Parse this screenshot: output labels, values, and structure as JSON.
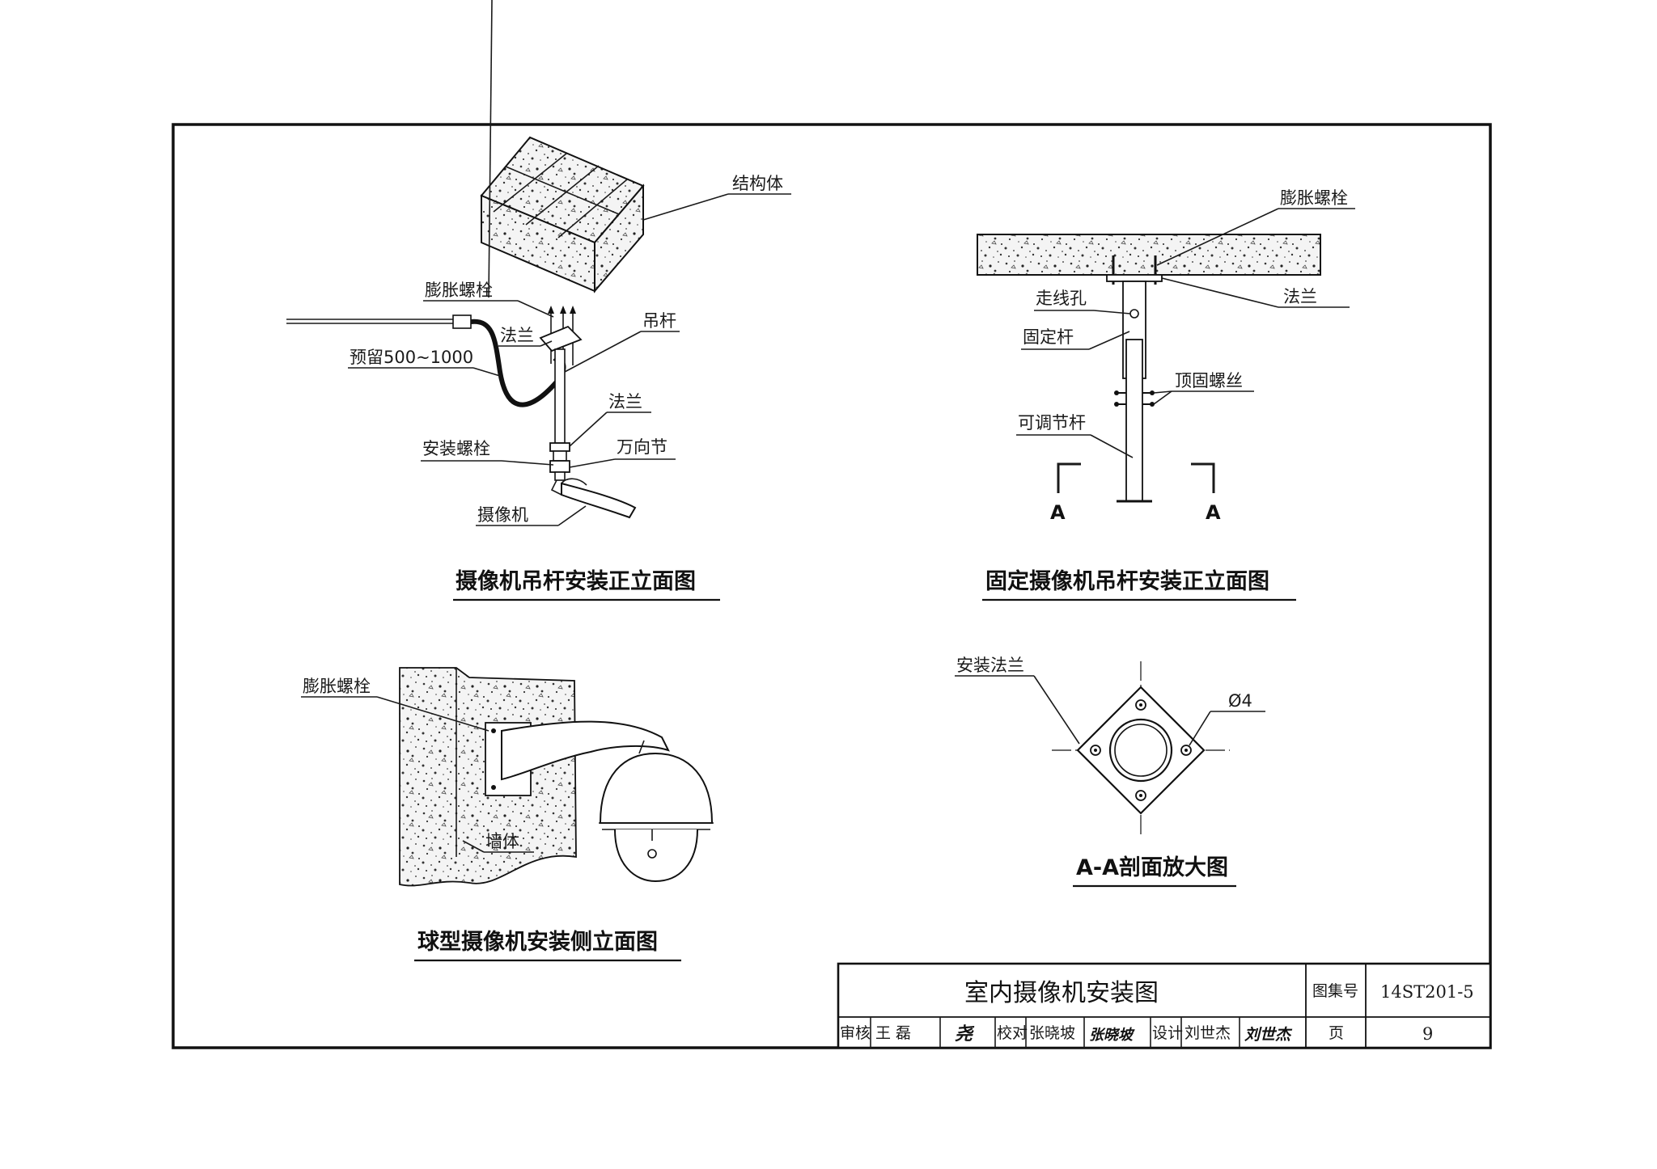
{
  "drawing1": {
    "caption": "摄像机吊杆安装正立面图",
    "labels": {
      "structure": "结构体",
      "expansion_bolt": "膨胀螺栓",
      "flange_top": "法兰",
      "boom": "吊杆",
      "reserve": "预留500~1000",
      "flange_mid": "法兰",
      "mount_bolt": "安装螺栓",
      "universal_joint": "万向节",
      "camera": "摄像机"
    }
  },
  "drawing2": {
    "caption": "固定摄像机吊杆安装正立面图",
    "labels": {
      "expansion_bolt": "膨胀螺栓",
      "cable_hole": "走线孔",
      "flange": "法兰",
      "fixed_rod": "固定杆",
      "set_screw": "顶固螺丝",
      "adjustable_rod": "可调节杆",
      "section_left": "A",
      "section_right": "A"
    }
  },
  "drawing3": {
    "caption": "球型摄像机安装侧立面图",
    "labels": {
      "expansion_bolt": "膨胀螺栓",
      "wall": "墙体"
    }
  },
  "drawing4": {
    "caption": "A-A剖面放大图",
    "labels": {
      "mount_flange": "安装法兰",
      "diameter": "Ø4"
    }
  },
  "title_block": {
    "title": "室内摄像机安装图",
    "atlas_no_label": "图集号",
    "atlas_no": "14ST201-5",
    "review_label": "审核",
    "reviewer": "王 磊",
    "reviewer_sig": "尧",
    "check_label": "校对",
    "checker": "张晓坡",
    "checker_sig": "张晓坡",
    "design_label": "设计",
    "designer": "刘世杰",
    "designer_sig": "刘世杰",
    "page_label": "页",
    "page_no": "9"
  }
}
